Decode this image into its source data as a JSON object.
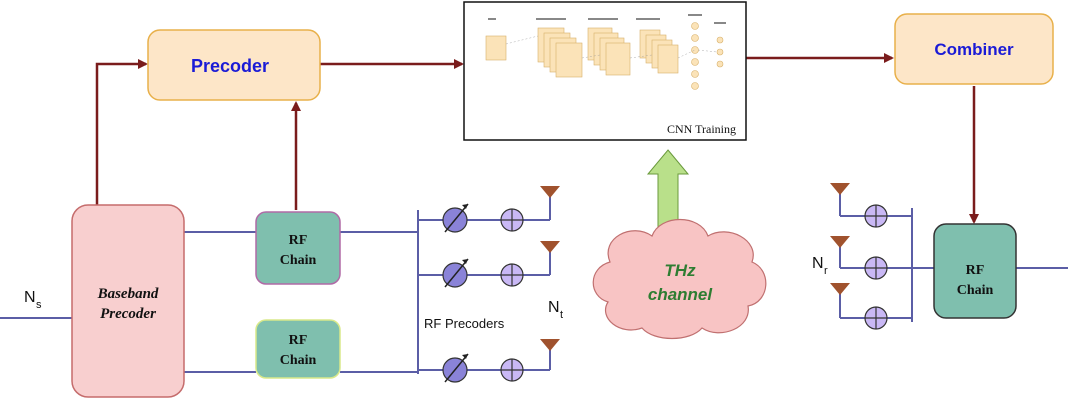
{
  "blocks": {
    "precoder": "Precoder",
    "combiner": "Combiner",
    "baseband_line1": "Baseband",
    "baseband_line2": "Precoder",
    "rf_chain_line1": "RF",
    "rf_chain_line2": "Chain",
    "cnn_caption": "CNN Training",
    "thz_line1": "THz",
    "thz_line2": "channel",
    "rf_precoders": "RF Precoders"
  },
  "symbols": {
    "ns_base": "N",
    "ns_sub": "s",
    "nt_base": "N",
    "nt_sub": "t",
    "nr_base": "N",
    "nr_sub": "r"
  },
  "colors": {
    "arrow": "#7a1c1c",
    "signal_line": "#5b5ea6",
    "block_fill": "#fde6c8",
    "block_stroke": "#e8b04a",
    "block_text": "#1b1bd6",
    "baseband_fill": "#f8cfcf",
    "baseband_stroke": "#c56c6c",
    "rf_fill": "#7fbfae",
    "phase_fill": "#8a83d8",
    "adder_fill": "#c9b8f5",
    "antenna": "#a0522d",
    "cloud_fill": "#f8c4c4",
    "cloud_text": "#2e7d32",
    "green_arrow": "#b9e08a"
  }
}
